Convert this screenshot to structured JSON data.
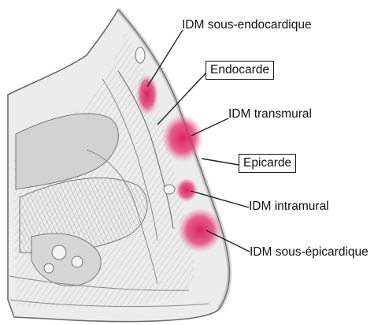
{
  "labels": {
    "idm_sous_endocardique": "IDM sous-endocardique",
    "endocarde": "Endocarde",
    "idm_transmural": "IDM transmural",
    "epicarde": "Epicarde",
    "idm_intramural": "IDM intramural",
    "idm_sous_epicardique": "IDM sous-épicardique"
  },
  "colors": {
    "infarct": "#d81b5a",
    "muscle_fill": "#e7e7e7",
    "muscle_shade": "#b9b9b9",
    "outline": "#6a6a6a",
    "leader_line": "#222222"
  }
}
